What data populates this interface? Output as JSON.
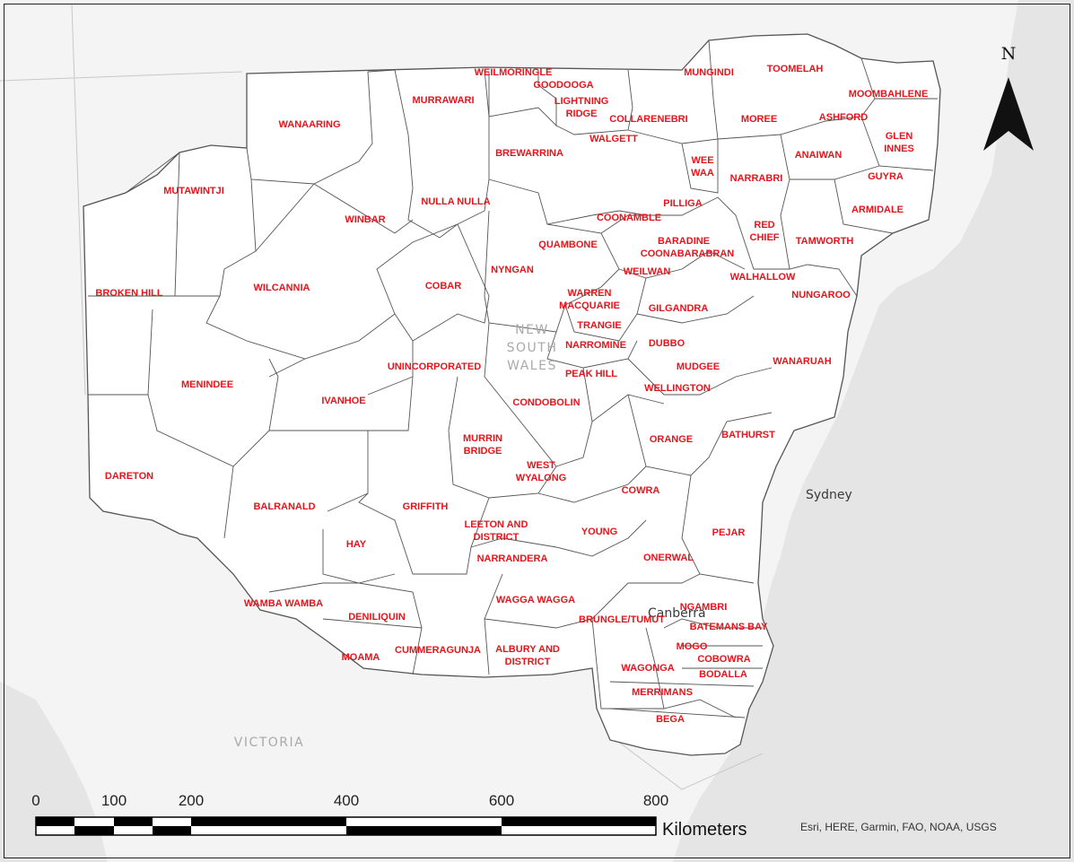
{
  "map": {
    "state_label": [
      "NEW",
      "SOUTH",
      "WALES"
    ],
    "neighbour_state": "VICTORIA",
    "cities": {
      "sydney": "Sydney",
      "canberra": "Canberra"
    },
    "north_arrow": "N",
    "scale_bar": {
      "ticks": [
        "0",
        "100",
        "200",
        "400",
        "600",
        "800"
      ],
      "unit": "Kilometers"
    },
    "attribution": "Esri, HERE, Garmin, FAO, NOAA, USGS",
    "colors": {
      "label": "#e8141b",
      "ocean": "#e6e6e6",
      "land_outside": "#f4f4f4",
      "region_fill": "#ffffff",
      "region_border": "#555555"
    },
    "regions": [
      "WEILMORINGLE",
      "GOODOOGA",
      "MUNGINDI",
      "TOOMELAH",
      "MURRAWARI",
      "LIGHTNING",
      "RIDGE",
      "MOOMBAHLENE",
      "WANAARING",
      "COLLARENEBRI",
      "MOREE",
      "ASHFORD",
      "GLEN",
      "INNES",
      "BREWARRINA",
      "WALGETT",
      "WEE",
      "WAA",
      "ANAIWAN",
      "NARRABRI",
      "GUYRA",
      "MUTAWINTJI",
      "NULLA NULLA",
      "PILLIGA",
      "ARMIDALE",
      "WINBAR",
      "COONAMBLE",
      "RED",
      "CHIEF",
      "BARADINE",
      "TAMWORTH",
      "QUAMBONE",
      "COONABARABRAN",
      "NYNGAN",
      "WEILWAN",
      "WALHALLOW",
      "BROKEN HILL",
      "WILCANNIA",
      "COBAR",
      "WARREN",
      "NUNGAROO",
      "MACQUARIE",
      "GILGANDRA",
      "TRANGIE",
      "NARROMINE",
      "DUBBO",
      "MUDGEE",
      "WANARUAH",
      "UNINCORPORATED",
      "MENINDEE",
      "PEAK HILL",
      "IVANHOE",
      "WELLINGTON",
      "CONDOBOLIN",
      "MURRIN",
      "BRIDGE",
      "ORANGE",
      "BATHURST",
      "WEST",
      "WYALONG",
      "DARETON",
      "COWRA",
      "BALRANALD",
      "GRIFFITH",
      "LEETON AND",
      "DISTRICT",
      "YOUNG",
      "PEJAR",
      "HAY",
      "NARRANDERA",
      "ONERWAL",
      "WAGGA WAGGA",
      "WAMBA WAMBA",
      "NGAMBRI",
      "DENILIQUIN",
      "BRUNGLE/TUMUT",
      "BATEMANS BAY",
      "MOGO",
      "CUMMERAGUNJA",
      "ALBURY AND",
      "COBOWRA",
      "MOAMA",
      "BODALLA",
      "WAGONGA",
      "MERRIMANS",
      "BEGA"
    ]
  }
}
